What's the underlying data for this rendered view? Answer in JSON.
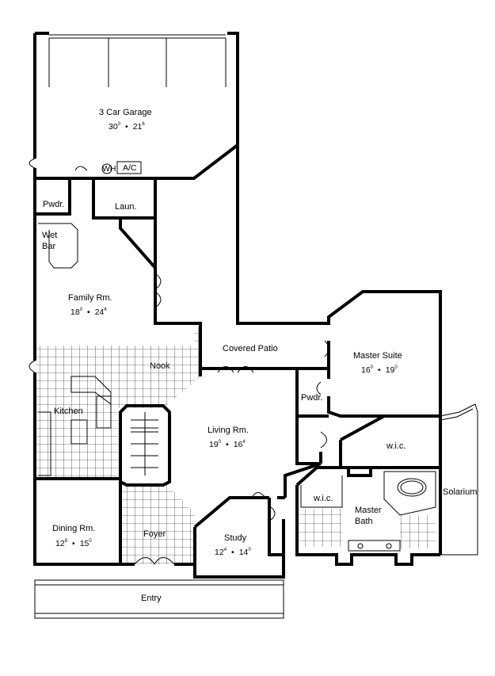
{
  "rooms": {
    "garage": {
      "name": "3 Car Garage",
      "w": "30",
      "wf": "0",
      "d": "21",
      "df": "6"
    },
    "powder1": {
      "name": "Pwdr."
    },
    "laundry": {
      "name": "Laun."
    },
    "wetbar": {
      "name1": "Wet",
      "name2": "Bar"
    },
    "family": {
      "name": "Family Rm.",
      "w": "18",
      "wf": "0",
      "d": "24",
      "df": "4"
    },
    "patio": {
      "name": "Covered Patio"
    },
    "master": {
      "name": "Master Suite",
      "w": "16",
      "wf": "0",
      "d": "19",
      "df": "0"
    },
    "nook": {
      "name": "Nook"
    },
    "powder2": {
      "name": "Pwdr."
    },
    "kitchen": {
      "name": "Kitchen"
    },
    "living": {
      "name": "Living Rm.",
      "w": "19",
      "wf": "0",
      "d": "16",
      "df": "4"
    },
    "wic1": {
      "name": "w.i.c."
    },
    "wic2": {
      "name": "w.i.c."
    },
    "solarium": {
      "name": "Solarium"
    },
    "masterbath": {
      "name1": "Master",
      "name2": "Bath"
    },
    "dining": {
      "name": "Dining Rm.",
      "w": "12",
      "wf": "8",
      "d": "15",
      "df": "0"
    },
    "foyer": {
      "name": "Foyer"
    },
    "study": {
      "name": "Study",
      "w": "12",
      "wf": "4",
      "d": "14",
      "df": "0"
    },
    "entry": {
      "name": "Entry"
    }
  },
  "separator": "•",
  "tags": {
    "wh": "WH",
    "ac": "A/C"
  }
}
